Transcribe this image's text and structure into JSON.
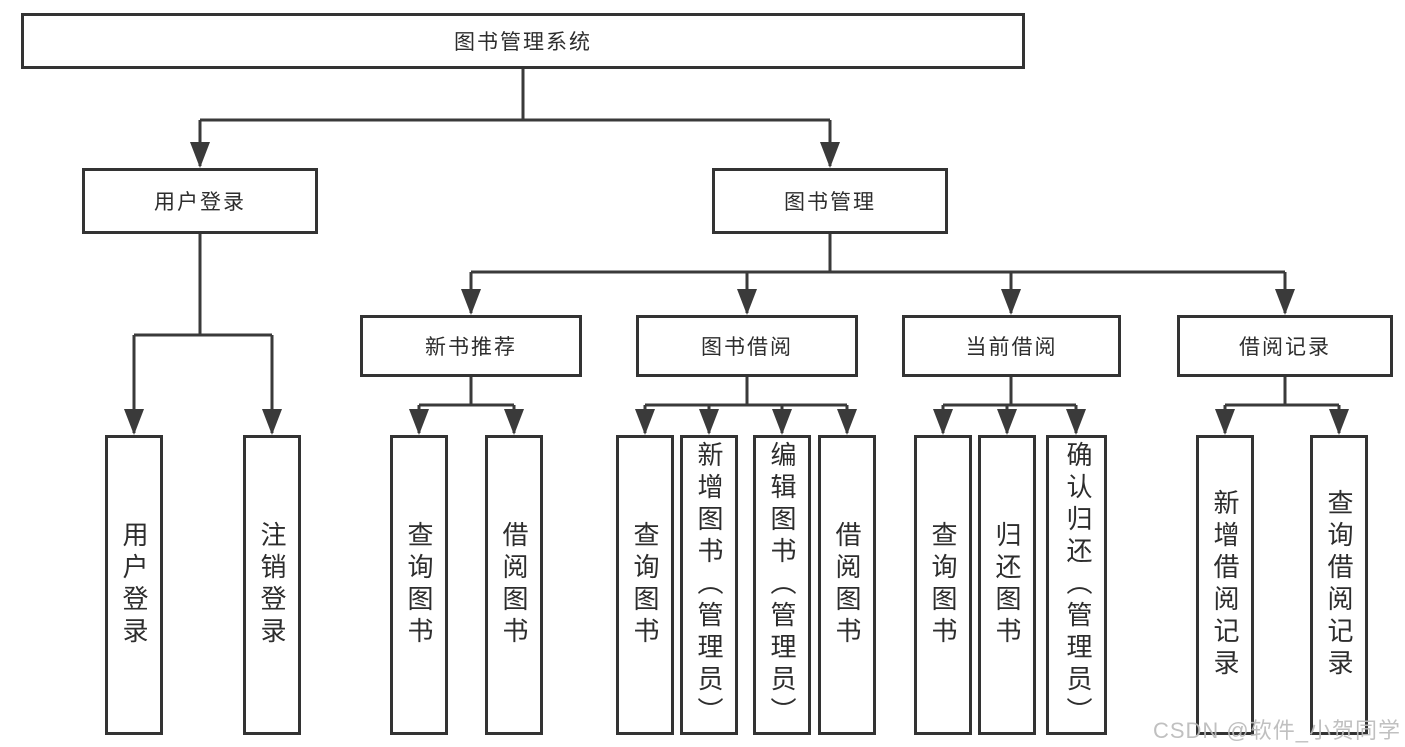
{
  "nodes": {
    "root": {
      "label": "图书管理系统"
    },
    "user-login": {
      "label": "用户登录"
    },
    "book-mgmt": {
      "label": "图书管理"
    },
    "new-book-rec": {
      "label": "新书推荐"
    },
    "book-borrow": {
      "label": "图书借阅"
    },
    "current-borrow": {
      "label": "当前借阅"
    },
    "borrow-record": {
      "label": "借阅记录"
    },
    "leaf-user-login": {
      "label": "用户登录"
    },
    "leaf-logout": {
      "label": "注销登录"
    },
    "leaf-query-1": {
      "label": "查询图书"
    },
    "leaf-borrow-1": {
      "label": "借阅图书"
    },
    "leaf-query-2": {
      "label": "查询图书"
    },
    "leaf-add-book": {
      "label": "新增图书（管理员）"
    },
    "leaf-edit-book": {
      "label": "编辑图书（管理员）"
    },
    "leaf-borrow-2": {
      "label": "借阅图书"
    },
    "leaf-query-3": {
      "label": "查询图书"
    },
    "leaf-return": {
      "label": "归还图书"
    },
    "leaf-confirm": {
      "label": "确认归还（管理员）"
    },
    "leaf-add-rec": {
      "label": "新增借阅记录"
    },
    "leaf-query-rec": {
      "label": "查询借阅记录"
    }
  },
  "hierarchy": {
    "图书管理系统": {
      "用户登录": [
        "用户登录",
        "注销登录"
      ],
      "图书管理": {
        "新书推荐": [
          "查询图书",
          "借阅图书"
        ],
        "图书借阅": [
          "查询图书",
          "新增图书（管理员）",
          "编辑图书（管理员）",
          "借阅图书"
        ],
        "当前借阅": [
          "查询图书",
          "归还图书",
          "确认归还（管理员）"
        ],
        "借阅记录": [
          "新增借阅记录",
          "查询借阅记录"
        ]
      }
    }
  },
  "watermark": {
    "text": "CSDN @软件_小贺同学"
  },
  "colors": {
    "background": "#ffffff",
    "box_border": "#333333",
    "line": "#3a3a3a",
    "text": "#2d2d2d",
    "watermark": "#bbbbbb"
  }
}
